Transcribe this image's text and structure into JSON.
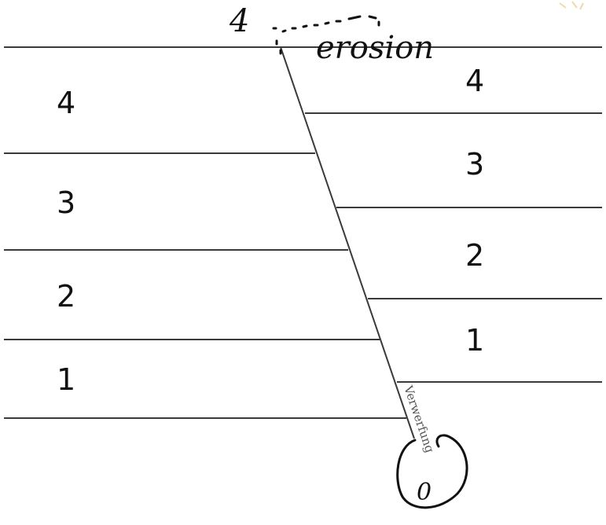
{
  "annotations": {
    "top_number": "4",
    "erosion": "erosion",
    "circle_number": "0"
  },
  "fault_label": "Verwerfung",
  "left_block": {
    "labels": [
      "4",
      "3",
      "2",
      "1"
    ]
  },
  "right_block": {
    "labels": [
      "4",
      "3",
      "2",
      "1"
    ]
  },
  "colors": {
    "line": "#3a3a3a",
    "ink": "#111111",
    "fault_text": "#555555"
  }
}
